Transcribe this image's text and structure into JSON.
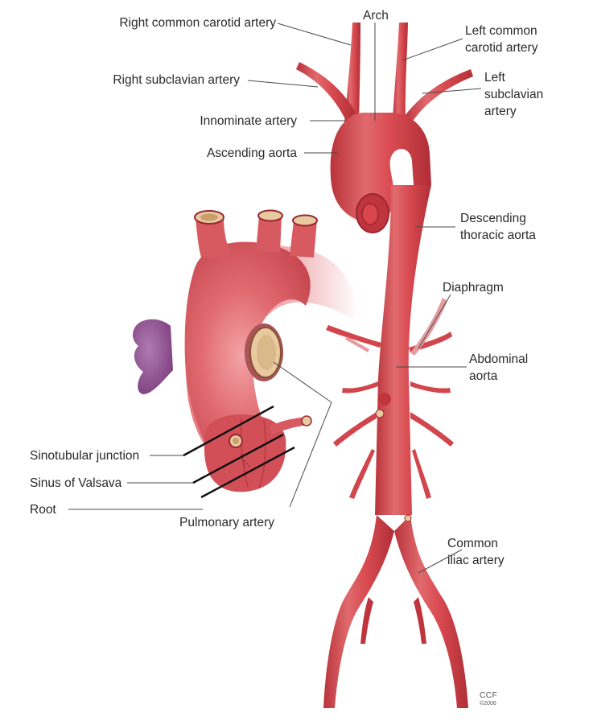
{
  "labels": {
    "right_common_carotid": "Right common carotid artery",
    "arch": "Arch",
    "left_common_carotid": [
      "Left common",
      "carotid artery"
    ],
    "right_subclavian": "Right subclavian artery",
    "left_subclavian": [
      "Left",
      "subclavian",
      "artery"
    ],
    "innominate": "Innominate artery",
    "ascending_aorta": "Ascending aorta",
    "descending_thoracic": [
      "Descending",
      "thoracic aorta"
    ],
    "diaphragm": "Diaphragm",
    "abdominal_aorta": [
      "Abdominal",
      "aorta"
    ],
    "sinotubular_junction": "Sinotubular junction",
    "sinus_of_valsalva": "Sinus of Valsava",
    "root": "Root",
    "pulmonary_artery": "Pulmonary artery",
    "common_iliac": [
      "Common",
      "iliac artery"
    ]
  },
  "credit": {
    "logo": "CCF",
    "year": "©2006"
  },
  "colors": {
    "artery_fill": "#d8454a",
    "artery_dark": "#b8323a",
    "artery_light": "#ee8d8f",
    "vein_purple": "#8e4a8e",
    "pulmonary_inner": "#d9b98a",
    "leader_line": "#4a4a4a",
    "text": "#2a2a2a"
  }
}
